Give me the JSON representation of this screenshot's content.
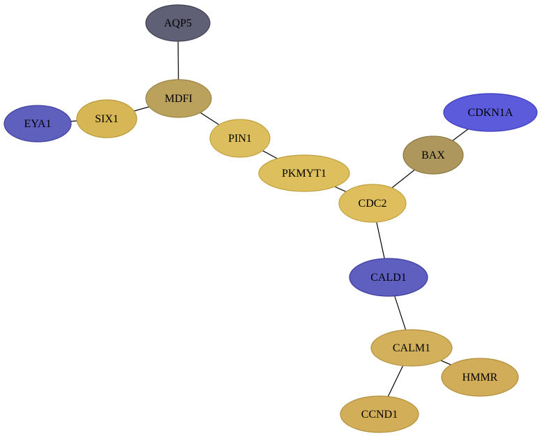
{
  "nodes": [
    {
      "id": "AQP5",
      "label": "AQP5",
      "fill": "#5f5f76",
      "stroke": "#3e3e55"
    },
    {
      "id": "MDFI",
      "label": "MDFI",
      "fill": "#baa25d",
      "stroke": "#9a8440"
    },
    {
      "id": "SIX1",
      "label": "SIX1",
      "fill": "#d7b655",
      "stroke": "#b89838"
    },
    {
      "id": "EYA1",
      "label": "EYA1",
      "fill": "#5f5fbd",
      "stroke": "#3d3d9e"
    },
    {
      "id": "PIN1",
      "label": "PIN1",
      "fill": "#ddbe5e",
      "stroke": "#bea040"
    },
    {
      "id": "PKMYT1",
      "label": "PKMYT1",
      "fill": "#ddbf5e",
      "stroke": "#bea040"
    },
    {
      "id": "CDC2",
      "label": "CDC2",
      "fill": "#dfbe5d",
      "stroke": "#c0a03f"
    },
    {
      "id": "BAX",
      "label": "BAX",
      "fill": "#ad975c",
      "stroke": "#8c7840"
    },
    {
      "id": "CDKN1A",
      "label": "CDKN1A",
      "fill": "#5b5bdb",
      "stroke": "#3c3cbe"
    },
    {
      "id": "CALD1",
      "label": "CALD1",
      "fill": "#5f5fbf",
      "stroke": "#3e3ea0"
    },
    {
      "id": "CALM1",
      "label": "CALM1",
      "fill": "#d2b05c",
      "stroke": "#b3923e"
    },
    {
      "id": "HMMR",
      "label": "HMMR",
      "fill": "#d1ad59",
      "stroke": "#b2903c"
    },
    {
      "id": "CCND1",
      "label": "CCND1",
      "fill": "#d2ae59",
      "stroke": "#b3903c"
    }
  ],
  "edges": [
    {
      "source": "AQP5",
      "target": "MDFI"
    },
    {
      "source": "MDFI",
      "target": "SIX1"
    },
    {
      "source": "SIX1",
      "target": "EYA1"
    },
    {
      "source": "MDFI",
      "target": "PIN1"
    },
    {
      "source": "PIN1",
      "target": "PKMYT1"
    },
    {
      "source": "PKMYT1",
      "target": "CDC2"
    },
    {
      "source": "CDC2",
      "target": "BAX"
    },
    {
      "source": "BAX",
      "target": "CDKN1A"
    },
    {
      "source": "CDC2",
      "target": "CALD1"
    },
    {
      "source": "CALD1",
      "target": "CALM1"
    },
    {
      "source": "CALM1",
      "target": "HMMR"
    },
    {
      "source": "CALM1",
      "target": "CCND1"
    }
  ]
}
